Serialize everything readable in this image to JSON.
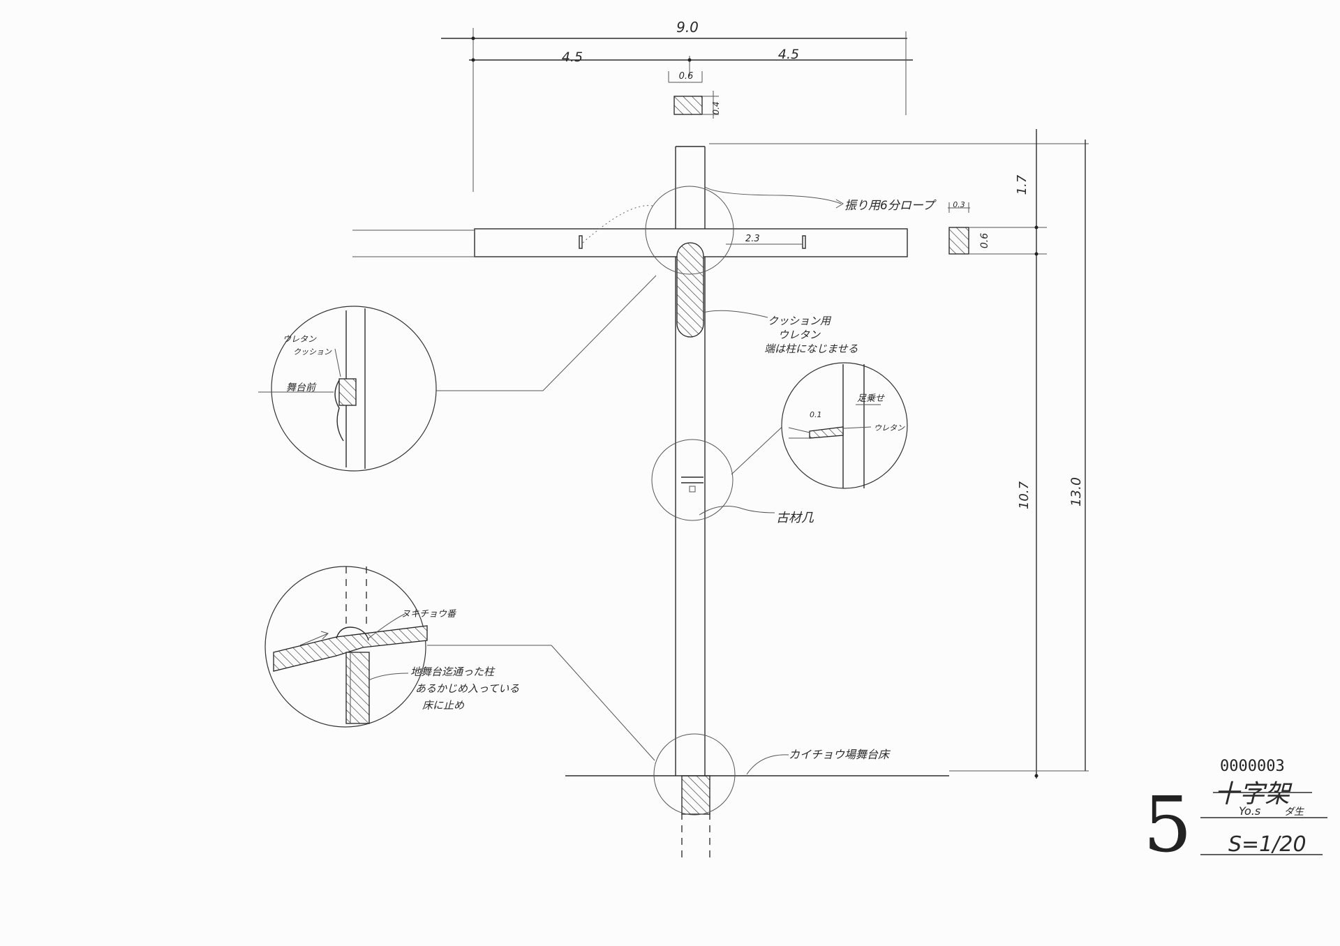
{
  "dimensions": {
    "total_width": "9.0",
    "half_left": "4.5",
    "half_right": "4.5",
    "post_width": "0.6",
    "post_depth": "0.4",
    "beam_depth": "0.3",
    "beam_height": "0.6",
    "top_extension": "1.7",
    "stage_to_beam": "10.7",
    "total_height": "13.0",
    "nail_offset": "2.3",
    "ledge_thickness": "0.1"
  },
  "notes": {
    "rope": "振り用6分ロープ",
    "cushion_line1": "クッション用",
    "cushion_line2": "ウレタン",
    "cushion_line3": "端は柱になじませる",
    "old_material": "古材几",
    "stage_floor": "カイチョウ場舞台床"
  },
  "detail_upper": {
    "urethane_line1": "ウレタン",
    "urethane_line2": "クッション",
    "stage_front": "舞台前"
  },
  "detail_right": {
    "footrest": "足乗せ",
    "urethane": "ウレタン"
  },
  "detail_lower": {
    "joint": "ヌキチョウ番",
    "note_line1": "地舞台迄通った柱",
    "note_line2": "あるかじめ入っている",
    "note_line3": "床に止め"
  },
  "title_block": {
    "doc_number": "0000003",
    "sheet_number": "5",
    "title": "十字架",
    "subtitle_left": "Yo.s",
    "subtitle_right": "ダ生",
    "scale": "S=1/20"
  }
}
